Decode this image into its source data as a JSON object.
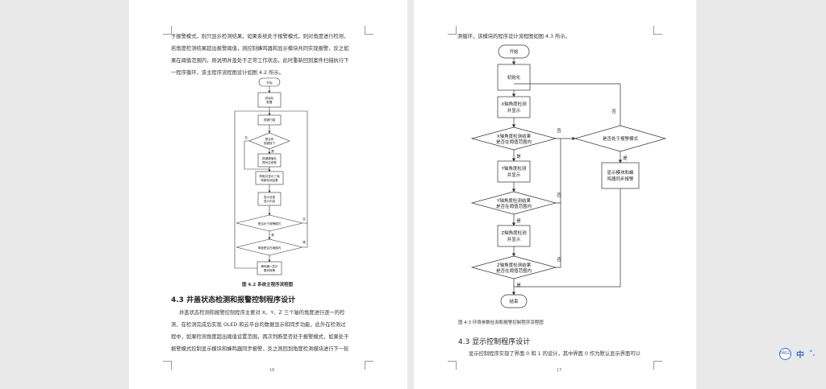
{
  "left_page": {
    "paragraph_top": [
      "于报警模式，则只显示检测结果，如果系统处于报警模式，则对角度进行检测，",
      "若角度检测结果超出报警阈值，则控制蜂鸣器和显示模块共同实现报警，反之如",
      "果在阈值范围内，则说明井盖处于正常工作状态，此时重新回到案件扫描执行下",
      "一程序循环，该主程序流程图设计如图 4.2 所示。"
    ],
    "flow": {
      "start": "开始",
      "init": [
        "初始化",
        "配置"
      ],
      "scan": "按键扫描",
      "key_pressed": [
        "是否有",
        "按键按下"
      ],
      "yes": "是",
      "no": "否",
      "key_process": [
        "按键键值处",
        "理对应参数"
      ],
      "read_angle": [
        "获取并显示三轴",
        "角度检测结果"
      ],
      "display": [
        "显示变更",
        "显示内容"
      ],
      "alarm_mode": "是否处于报警模式",
      "angle_ok": "角度是否在阈值内",
      "alarm": [
        "蜂鸣器+显示",
        "模块报警"
      ]
    },
    "caption": "图 4.2  系统主程序流程图",
    "heading": "4.3  井盖状态检测和报警控制程序设计",
    "paragraph_bottom": [
      "井盖状态检测和报警控制程序主要对 X、Y、Z 三个轴的角度进行逐一的检",
      "测，在检测完成后实现 OLED 和云平台的数据显示和同步功能，此外在检测过",
      "程中，如果检测角度超出阈值设置范围，再次判断是否处于报警模式，如果处于",
      "报警模式控制显示模块和蜂鸣器同步报警，反之则回到角度检测模块进行下一轮"
    ],
    "page_number": "16"
  },
  "right_page": {
    "paragraph_top": "测循环，该模块的程序设计流程图如图 4.3 所示。",
    "flow": {
      "start": "开始",
      "init": "初始化",
      "x_detect": [
        "X轴角度检测",
        "并显示"
      ],
      "x_check": [
        "X轴角度检测结果",
        "是否在阈值范围内"
      ],
      "y_detect": [
        "Y轴角度检测",
        "并显示"
      ],
      "y_check": [
        "Y轴角度检测结果",
        "是否在阈值范围内"
      ],
      "z_detect": [
        "Z轴角度检测",
        "并显示"
      ],
      "z_check": [
        "Z轴角度检测结果",
        "是否在阈值范围内"
      ],
      "alarm_mode": "是否处于报警模式",
      "alarm": [
        "显示模块和蜂",
        "鸣器同步报警"
      ],
      "end": "结束",
      "yes": "是",
      "no": "否"
    },
    "caption": "图 4.3  环境参数检测和报警控制程序流程图",
    "heading": "4.3  显示控制程序设计",
    "paragraph_bottom": "显示控制程序实现了界面 0 和 1 的设计，其中界面 0 作为默认显示界面可以",
    "page_number": "17"
  },
  "lang_bar": {
    "ime": "IMGO",
    "lang": "中",
    "punct": "°,"
  }
}
